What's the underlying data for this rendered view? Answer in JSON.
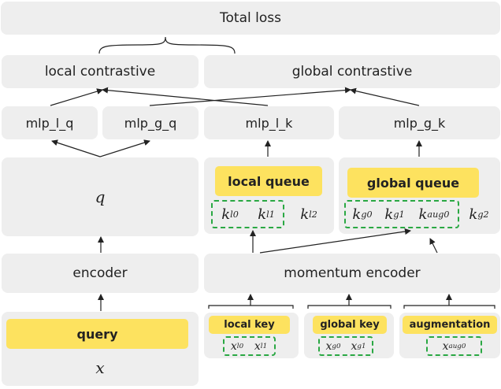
{
  "colors": {
    "panel": "#eeeeee",
    "accent": "#fde25f",
    "dash": "#2aa843",
    "line": "#222222"
  },
  "total_loss": "Total loss",
  "local_contrastive": "local contrastive",
  "global_contrastive": "global contrastive",
  "mlp_l_q": "mlp_l_q",
  "mlp_g_q": "mlp_g_q",
  "mlp_l_k": "mlp_l_k",
  "mlp_g_k": "mlp_g_k",
  "q_symbol": "q",
  "local_queue": {
    "title": "local queue",
    "keys": [
      {
        "base": "k",
        "sub": "l0"
      },
      {
        "base": "k",
        "sub": "l1"
      },
      {
        "base": "k",
        "sub": "l2"
      }
    ]
  },
  "global_queue": {
    "title": "global queue",
    "keys": [
      {
        "base": "k",
        "sub": "g0"
      },
      {
        "base": "k",
        "sub": "g1"
      },
      {
        "base": "k",
        "sub": "aug0"
      },
      {
        "base": "k",
        "sub": "g2"
      }
    ]
  },
  "encoder": "encoder",
  "momentum_encoder": "momentum encoder",
  "query": {
    "title": "query",
    "symbol": "x"
  },
  "local_key": {
    "title": "local key",
    "items": [
      {
        "base": "x",
        "sub": "l0"
      },
      {
        "base": "x",
        "sub": "l1"
      }
    ]
  },
  "global_key": {
    "title": "global key",
    "items": [
      {
        "base": "x",
        "sub": "g0"
      },
      {
        "base": "x",
        "sub": "g1"
      }
    ]
  },
  "augmentation": {
    "title": "augmentation",
    "items": [
      {
        "base": "x",
        "sub": "aug0"
      }
    ]
  }
}
